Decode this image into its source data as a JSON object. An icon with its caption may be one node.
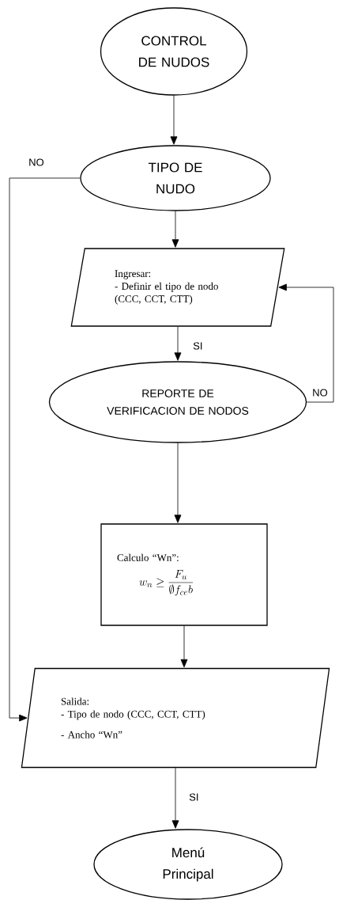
{
  "diagram": {
    "nodes": [
      {
        "text": [
          "CONTROL DE NUDOS"
        ]
      },
      {
        "text": [
          "TIPO DE NUDO"
        ]
      },
      {
        "text": [
          "Ingresar:",
          "- Definir el tipo de nodo (CCC, CCT, CTT)"
        ]
      },
      {
        "text": [
          "REPORTE DE VERIFICACION DE NODOS"
        ]
      },
      {
        "text": [
          "Calculo “Wn”:",
          "w_n \\geq \\frac{F_u}{\\emptyset f_{ce}b}"
        ]
      },
      {
        "text": [
          "Salida:",
          "- Tipo de nodo (CCC, CCT, CTT)",
          "- Ancho “Wn”"
        ]
      },
      {
        "text": [
          "Menú Principal"
        ]
      }
    ],
    "edges": [
      {
        "from": 0,
        "to": 1,
        "arrow": "to"
      },
      {
        "from": 1,
        "to": 2,
        "arrow": "to"
      },
      {
        "from": 1,
        "to": 5,
        "arrow": "to",
        "label": "NO"
      },
      {
        "from": 2,
        "to": 3,
        "arrow": "to",
        "label": "SI"
      },
      {
        "from": 3,
        "to": 2,
        "arrow": "to",
        "label": "NO"
      },
      {
        "from": 3,
        "to": 4,
        "arrow": "to"
      },
      {
        "from": 4,
        "to": 5,
        "arrow": "to"
      },
      {
        "from": 5,
        "to": 6,
        "arrow": "to",
        "label": "SI"
      }
    ]
  }
}
